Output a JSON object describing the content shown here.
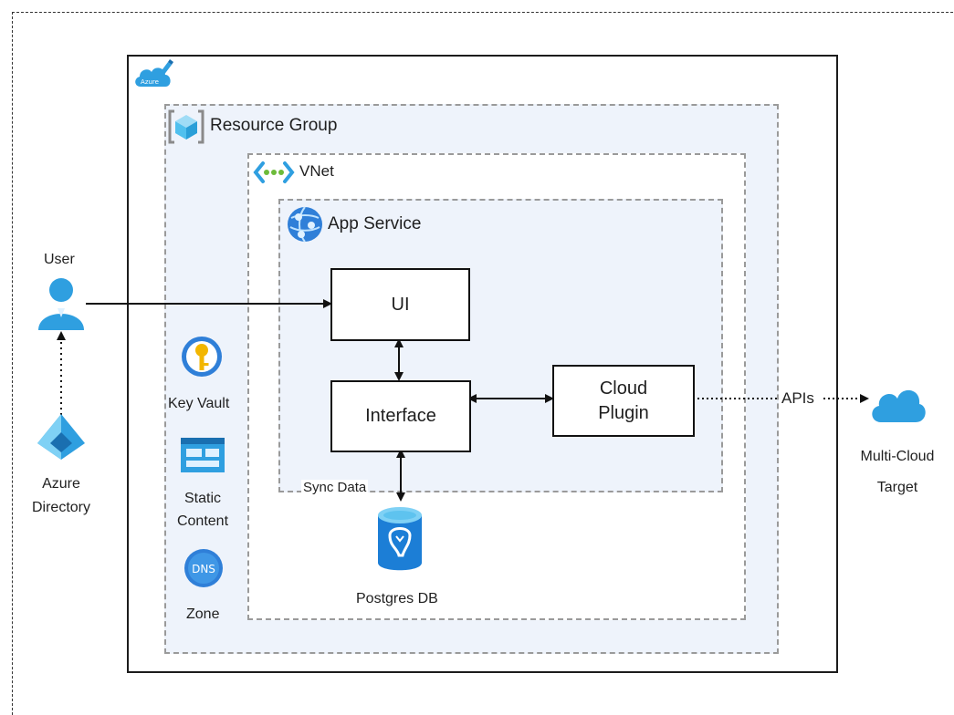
{
  "frames": {
    "resource_group": "Resource Group",
    "vnet": "VNet",
    "app_service": "App Service"
  },
  "azure_badge": "Azure",
  "boxes": {
    "ui": "UI",
    "interface": "Interface",
    "cloud_plugin_line1": "Cloud",
    "cloud_plugin_line2": "Plugin"
  },
  "labels": {
    "user": "User",
    "azure_directory_line1": "Azure",
    "azure_directory_line2": "Directory",
    "key_vault": "Key Vault",
    "static_content_line1": "Static",
    "static_content_line2": "Content",
    "dns_badge": "DNS",
    "zone": "Zone",
    "postgres_db": "Postgres DB",
    "sync_data": "Sync Data",
    "apis": "APIs",
    "multicloud_line1": "Multi-Cloud",
    "multicloud_line2": "Target"
  },
  "colors": {
    "azure_blue": "#2f9fe0",
    "light_panel": "#eef3fb",
    "frame_dash": "#9a9a9a",
    "key_gold": "#f2b600",
    "vnet_green": "#6dbb3a"
  }
}
